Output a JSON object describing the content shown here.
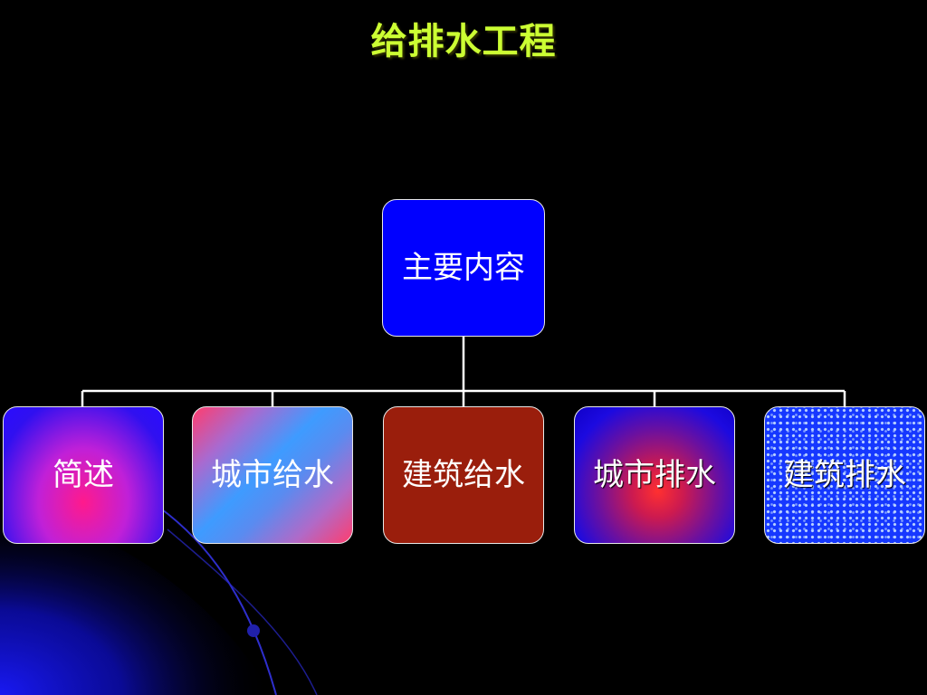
{
  "slide": {
    "title": "给排水工程",
    "root_label": "主要内容",
    "children": [
      {
        "label": "简述"
      },
      {
        "label": "城市给水"
      },
      {
        "label": "建筑给水"
      },
      {
        "label": "城市排水"
      },
      {
        "label": "建筑排水"
      }
    ]
  },
  "colors": {
    "background": "#000000",
    "title": "#ccff33",
    "root_fill": "#0000ff",
    "connector": "#ffffff",
    "child3_fill": "#9a1e0c"
  }
}
